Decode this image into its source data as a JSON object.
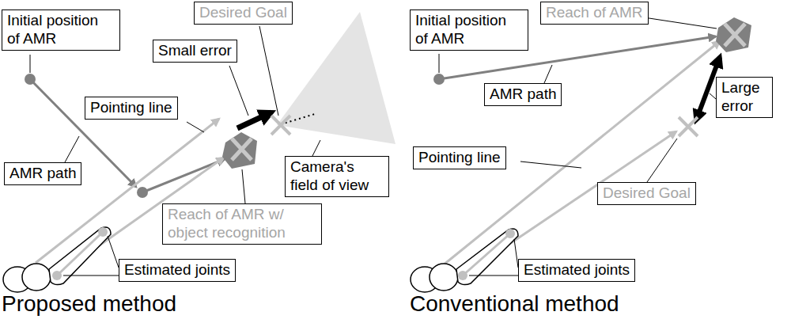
{
  "diagram": {
    "nodes": [
      {
        "text": [
          "Initial position of AMR"
        ]
      },
      {
        "text": [
          "Desired Goal"
        ]
      },
      {
        "text": [
          "Small error"
        ]
      },
      {
        "text": [
          "Pointing line"
        ]
      },
      {
        "text": [
          "AMR path"
        ]
      },
      {
        "text": [
          "Camera's field of view"
        ]
      },
      {
        "text": [
          "Reach of AMR w/ object recognition"
        ]
      },
      {
        "text": [
          "Estimated joints"
        ]
      },
      {
        "text": [
          "Reach of AMR"
        ]
      },
      {
        "text": [
          "Initial position of AMR"
        ]
      },
      {
        "text": [
          "AMR path"
        ]
      },
      {
        "text": [
          "Large error"
        ]
      },
      {
        "text": [
          "Pointing line"
        ]
      },
      {
        "text": [
          "Desired Goal"
        ]
      },
      {
        "text": [
          "Estimated joints"
        ]
      }
    ],
    "labels": [
      "Proposed method",
      "Conventional method"
    ]
  }
}
